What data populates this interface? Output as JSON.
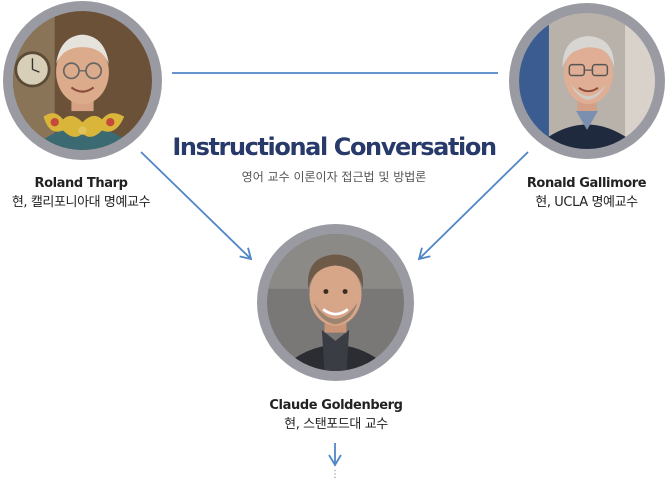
{
  "title": "Instructional Conversation",
  "subtitle": "영어 교수 이론이자 접근법 및 방법론",
  "people": {
    "tharp": {
      "name": "Roland Tharp",
      "role": "현, 캘리포니아대 명예교수"
    },
    "gallimore": {
      "name": "Ronald Gallimore",
      "role": "현, UCLA 명예교수"
    },
    "goldenberg": {
      "name": "Claude Goldenberg",
      "role": "현, 스탠포드대 교수"
    }
  },
  "continuation": "⋮",
  "colors": {
    "connector": "#4f86c6",
    "title": "#273a69",
    "portrait_ring": "#9a9aa2"
  }
}
